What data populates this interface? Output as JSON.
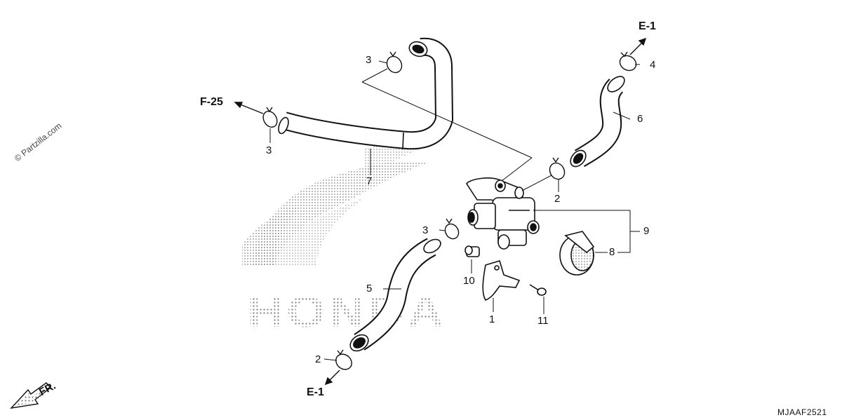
{
  "watermark": "© Partzilla.com",
  "diagram_code": "MJAAF2521",
  "front_marker": "FR.",
  "brand_background": "HONDA",
  "references": {
    "top_right": "E-1",
    "left": "F-25",
    "bottom": "E-1"
  },
  "callouts": {
    "c1": "1",
    "c2a": "2",
    "c2b": "2",
    "c3a": "3",
    "c3b": "3",
    "c3c": "3",
    "c4": "4",
    "c5": "5",
    "c6": "6",
    "c7": "7",
    "c8": "8",
    "c9": "9",
    "c10": "10",
    "c11": "11"
  },
  "colors": {
    "line": "#111111",
    "halftone": "#9a9a9a"
  }
}
